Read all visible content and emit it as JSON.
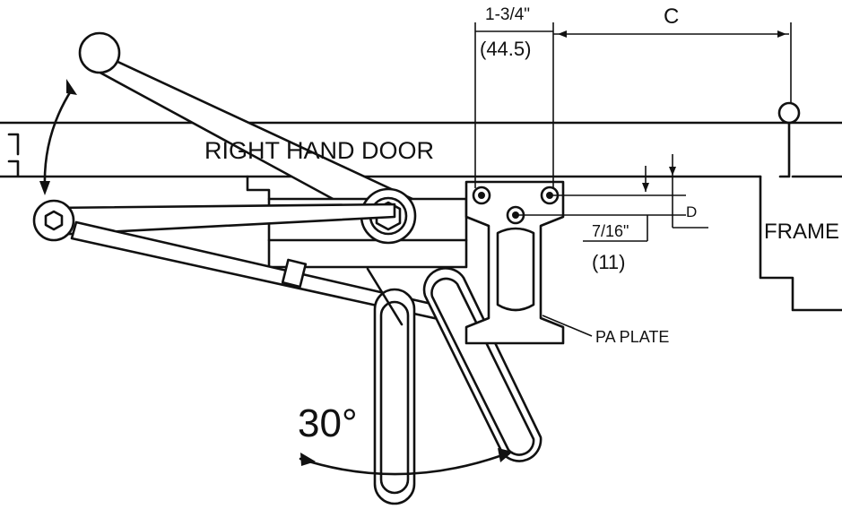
{
  "labels": {
    "door": "RIGHT HAND DOOR",
    "frame": "FRAME",
    "pa_plate": "PA PLATE",
    "dim_top_in": "1-3/4\"",
    "dim_top_mm": "(44.5)",
    "dim_c": "C",
    "dim_d": "D",
    "dim_offset_in": "7/16\"",
    "dim_offset_mm": "(11)",
    "angle": "30°"
  }
}
